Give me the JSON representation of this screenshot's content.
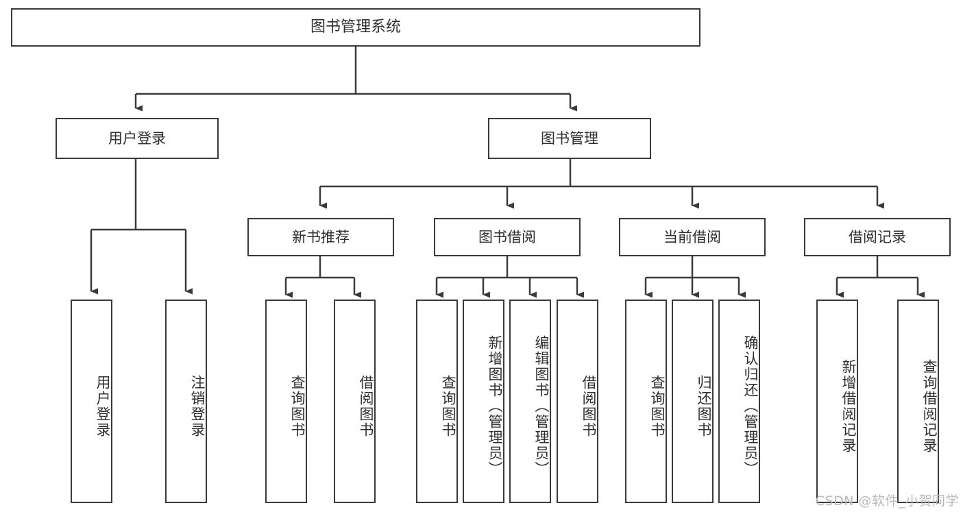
{
  "diagram": {
    "title": "图书管理系统",
    "type": "功能结构图",
    "background_color": "#ffffff",
    "stroke_color": "#3a3a3a",
    "text_color": "#2f2f2f"
  },
  "root": {
    "label": "图书管理系统"
  },
  "level1": [
    {
      "label": "用户登录"
    },
    {
      "label": "图书管理"
    }
  ],
  "level2": [
    {
      "label": "新书推荐"
    },
    {
      "label": "图书借阅"
    },
    {
      "label": "当前借阅"
    },
    {
      "label": "借阅记录"
    }
  ],
  "leaves": {
    "user_login": [
      {
        "label": "用户登录"
      },
      {
        "label": "注销登录"
      }
    ],
    "new_book_recommend": [
      {
        "label": "查询图书"
      },
      {
        "label": "借阅图书"
      }
    ],
    "book_borrow": [
      {
        "label": "查询图书"
      },
      {
        "label": "新增图书（管理员）"
      },
      {
        "label": "编辑图书（管理员）"
      },
      {
        "label": "借阅图书"
      }
    ],
    "current_borrow": [
      {
        "label": "查询图书"
      },
      {
        "label": "归还图书"
      },
      {
        "label": "确认归还（管理员）"
      }
    ],
    "borrow_record": [
      {
        "label": "新增借阅记录"
      },
      {
        "label": "查询借阅记录"
      }
    ]
  },
  "watermark": {
    "text": "CSDN @软件_小贺同学"
  }
}
